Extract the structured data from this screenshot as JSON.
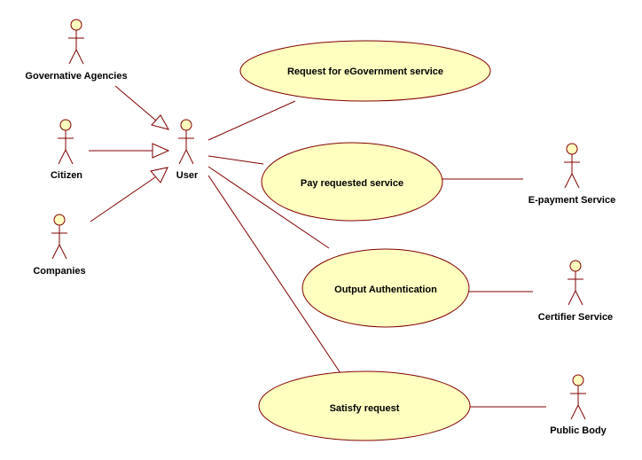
{
  "colors": {
    "line": "#800000",
    "usecase_fill": "#FFFFC0",
    "actor_head_fill": "#FFFFC0",
    "background": "#FFFFFF",
    "text": "#000000"
  },
  "actors": {
    "governative_agencies": "Governative Agencies",
    "citizen": "Citizen",
    "companies": "Companies",
    "user": "User",
    "epayment": "E-payment Service",
    "certifier": "Certifier Service",
    "public_body": "Public Body"
  },
  "usecases": {
    "request": "Request for eGovernment service",
    "pay": "Pay requested service",
    "output_auth": "Output Authentication",
    "satisfy": "Satisfy request"
  }
}
